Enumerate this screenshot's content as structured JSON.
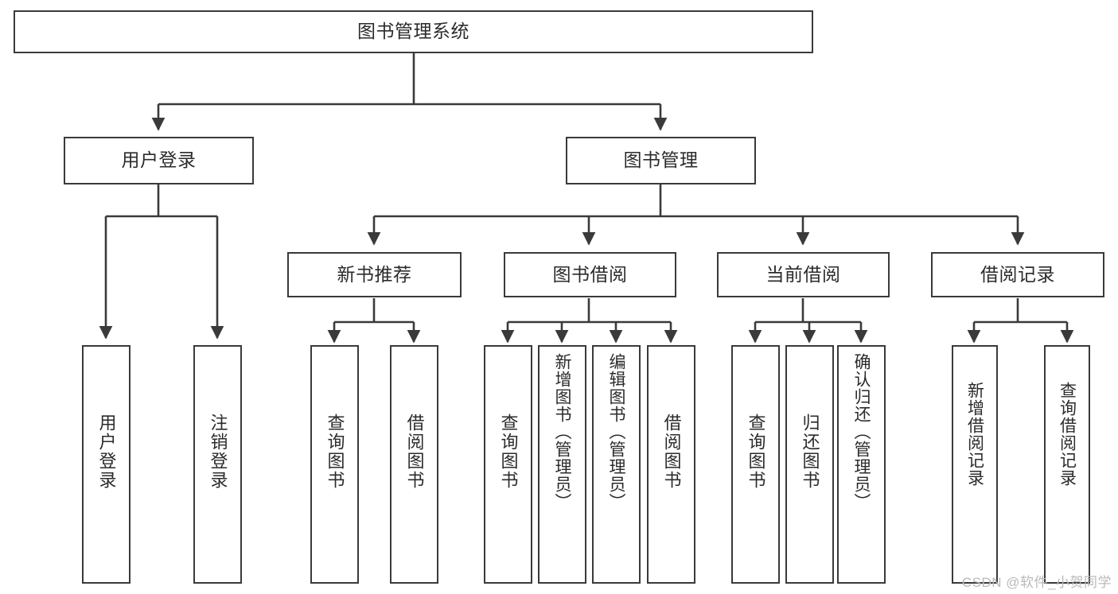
{
  "diagram": {
    "title_node": {
      "label": "图书管理系统"
    },
    "level2": [
      {
        "id": "user-login",
        "label": "用户登录"
      },
      {
        "id": "book-manage",
        "label": "图书管理"
      }
    ],
    "level3": [
      {
        "id": "new-book-recommend",
        "label": "新书推荐"
      },
      {
        "id": "book-borrow",
        "label": "图书借阅"
      },
      {
        "id": "current-borrow",
        "label": "当前借阅"
      },
      {
        "id": "borrow-record",
        "label": "借阅记录"
      }
    ],
    "leaves": [
      {
        "id": "leaf-user-login",
        "label": "用户登录"
      },
      {
        "id": "leaf-logout-login",
        "label": "注销登录"
      },
      {
        "id": "leaf-query-book-1",
        "label": "查询图书"
      },
      {
        "id": "leaf-borrow-book-1",
        "label": "借阅图书"
      },
      {
        "id": "leaf-query-book-2",
        "label": "查询图书"
      },
      {
        "id": "leaf-add-book-admin",
        "label": "新增图书（管理员）"
      },
      {
        "id": "leaf-edit-book-admin",
        "label": "编辑图书（管理员）"
      },
      {
        "id": "leaf-borrow-book-2",
        "label": "借阅图书"
      },
      {
        "id": "leaf-query-book-3",
        "label": "查询图书"
      },
      {
        "id": "leaf-return-book",
        "label": "归还图书"
      },
      {
        "id": "leaf-confirm-return-admin",
        "label": "确认归还（管理员）"
      },
      {
        "id": "leaf-add-borrow-record",
        "label": "新增借阅记录"
      },
      {
        "id": "leaf-query-borrow-record",
        "label": "查询借阅记录"
      }
    ],
    "watermark": "CSDN @软件_小贺同学",
    "colors": {
      "stroke": "#3a3a3a",
      "text": "#2b2b2b",
      "background": "#ffffff",
      "watermark": "#b9b9b9"
    }
  }
}
